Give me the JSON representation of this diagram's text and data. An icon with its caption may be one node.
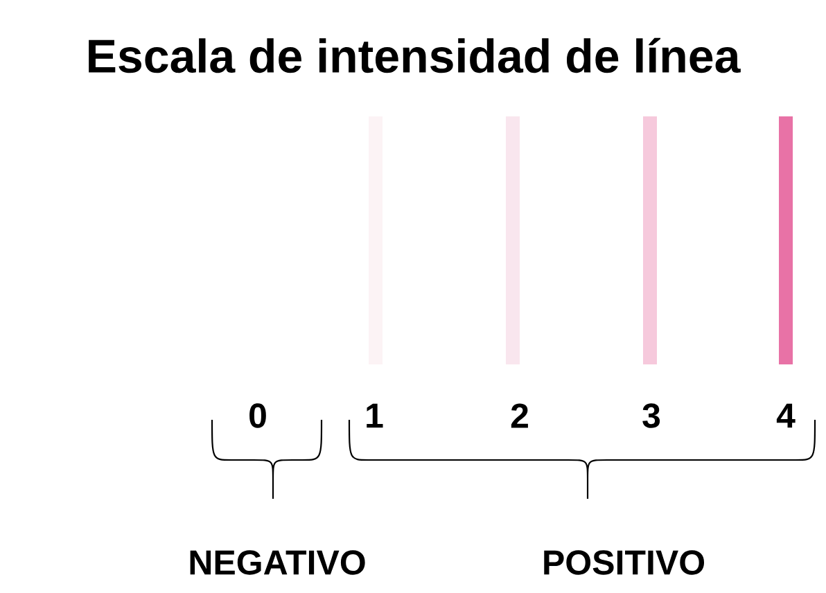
{
  "diagram": {
    "title": "Escala de intensidad de línea",
    "labels": [
      "0",
      "1",
      "2",
      "3",
      "4",
      "NEGATIVO",
      "POSITIVO"
    ]
  }
}
